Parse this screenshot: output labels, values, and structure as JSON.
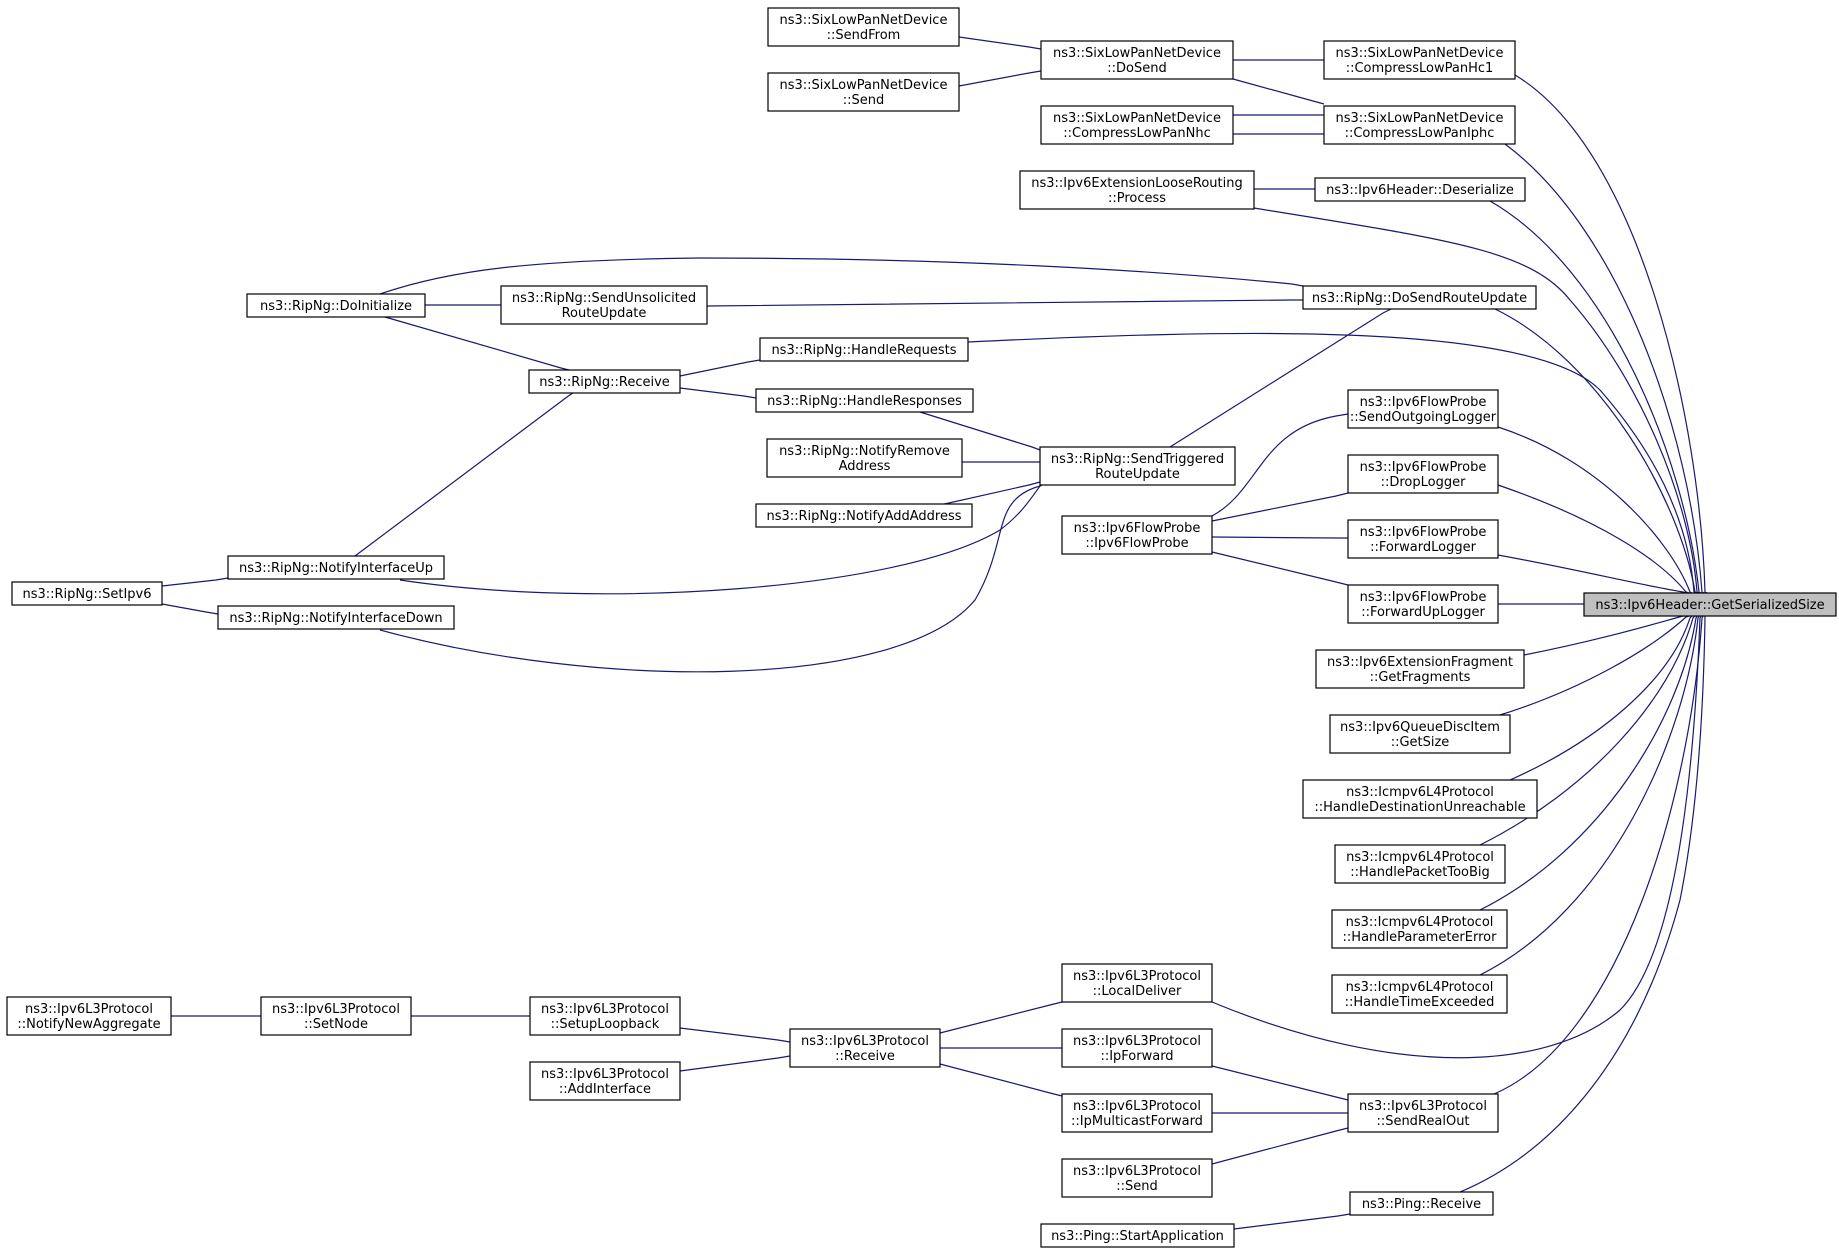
{
  "diagram": {
    "edge_color": "#191970",
    "focus_fill": "#bfbfbf",
    "nodes": [
      {
        "id": "target",
        "lines": [
          "ns3::Ipv6Header::GetSerializedSize"
        ],
        "focus": true
      },
      {
        "id": "sl_sendfrom",
        "lines": [
          "ns3::SixLowPanNetDevice",
          "::SendFrom"
        ]
      },
      {
        "id": "sl_send",
        "lines": [
          "ns3::SixLowPanNetDevice",
          "::Send"
        ]
      },
      {
        "id": "sl_dosend",
        "lines": [
          "ns3::SixLowPanNetDevice",
          "::DoSend"
        ]
      },
      {
        "id": "sl_hc1",
        "lines": [
          "ns3::SixLowPanNetDevice",
          "::CompressLowPanHc1"
        ]
      },
      {
        "id": "sl_nhc",
        "lines": [
          "ns3::SixLowPanNetDevice",
          "::CompressLowPanNhc"
        ]
      },
      {
        "id": "sl_iphc",
        "lines": [
          "ns3::SixLowPanNetDevice",
          "::CompressLowPanIphc"
        ]
      },
      {
        "id": "loose_process",
        "lines": [
          "ns3::Ipv6ExtensionLooseRouting",
          "::Process"
        ]
      },
      {
        "id": "hdr_deser",
        "lines": [
          "ns3::Ipv6Header::Deserialize"
        ]
      },
      {
        "id": "rip_doinit",
        "lines": [
          "ns3::RipNg::DoInitialize"
        ]
      },
      {
        "id": "rip_unsol",
        "lines": [
          "ns3::RipNg::SendUnsolicited",
          "RouteUpdate"
        ]
      },
      {
        "id": "rip_dosend",
        "lines": [
          "ns3::RipNg::DoSendRouteUpdate"
        ]
      },
      {
        "id": "rip_handlereq",
        "lines": [
          "ns3::RipNg::HandleRequests"
        ]
      },
      {
        "id": "rip_receive",
        "lines": [
          "ns3::RipNg::Receive"
        ]
      },
      {
        "id": "rip_handleresp",
        "lines": [
          "ns3::RipNg::HandleResponses"
        ]
      },
      {
        "id": "rip_notifyremove",
        "lines": [
          "ns3::RipNg::NotifyRemove",
          "Address"
        ]
      },
      {
        "id": "rip_notifyadd",
        "lines": [
          "ns3::RipNg::NotifyAddAddress"
        ]
      },
      {
        "id": "rip_triggered",
        "lines": [
          "ns3::RipNg::SendTriggered",
          "RouteUpdate"
        ]
      },
      {
        "id": "rip_ifup",
        "lines": [
          "ns3::RipNg::NotifyInterfaceUp"
        ]
      },
      {
        "id": "rip_ifdown",
        "lines": [
          "ns3::RipNg::NotifyInterfaceDown"
        ]
      },
      {
        "id": "rip_setipv6",
        "lines": [
          "ns3::RipNg::SetIpv6"
        ]
      },
      {
        "id": "fp_ctor",
        "lines": [
          "ns3::Ipv6FlowProbe",
          "::Ipv6FlowProbe"
        ]
      },
      {
        "id": "fp_sendout",
        "lines": [
          "ns3::Ipv6FlowProbe",
          "::SendOutgoingLogger"
        ]
      },
      {
        "id": "fp_drop",
        "lines": [
          "ns3::Ipv6FlowProbe",
          "::DropLogger"
        ]
      },
      {
        "id": "fp_fwd",
        "lines": [
          "ns3::Ipv6FlowProbe",
          "::ForwardLogger"
        ]
      },
      {
        "id": "fp_fwdup",
        "lines": [
          "ns3::Ipv6FlowProbe",
          "::ForwardUpLogger"
        ]
      },
      {
        "id": "frag_get",
        "lines": [
          "ns3::Ipv6ExtensionFragment",
          "::GetFragments"
        ]
      },
      {
        "id": "qdisc_size",
        "lines": [
          "ns3::Ipv6QueueDiscItem",
          "::GetSize"
        ]
      },
      {
        "id": "icmp_dest",
        "lines": [
          "ns3::Icmpv6L4Protocol",
          "::HandleDestinationUnreachable"
        ]
      },
      {
        "id": "icmp_big",
        "lines": [
          "ns3::Icmpv6L4Protocol",
          "::HandlePacketTooBig"
        ]
      },
      {
        "id": "icmp_param",
        "lines": [
          "ns3::Icmpv6L4Protocol",
          "::HandleParameterError"
        ]
      },
      {
        "id": "icmp_time",
        "lines": [
          "ns3::Icmpv6L4Protocol",
          "::HandleTimeExceeded"
        ]
      },
      {
        "id": "l3_notifyagg",
        "lines": [
          "ns3::Ipv6L3Protocol",
          "::NotifyNewAggregate"
        ]
      },
      {
        "id": "l3_setnode",
        "lines": [
          "ns3::Ipv6L3Protocol",
          "::SetNode"
        ]
      },
      {
        "id": "l3_setuploop",
        "lines": [
          "ns3::Ipv6L3Protocol",
          "::SetupLoopback"
        ]
      },
      {
        "id": "l3_addif",
        "lines": [
          "ns3::Ipv6L3Protocol",
          "::AddInterface"
        ]
      },
      {
        "id": "l3_receive",
        "lines": [
          "ns3::Ipv6L3Protocol",
          "::Receive"
        ]
      },
      {
        "id": "l3_localdeliver",
        "lines": [
          "ns3::Ipv6L3Protocol",
          "::LocalDeliver"
        ]
      },
      {
        "id": "l3_ipforward",
        "lines": [
          "ns3::Ipv6L3Protocol",
          "::IpForward"
        ]
      },
      {
        "id": "l3_ipmcast",
        "lines": [
          "ns3::Ipv6L3Protocol",
          "::IpMulticastForward"
        ]
      },
      {
        "id": "l3_send",
        "lines": [
          "ns3::Ipv6L3Protocol",
          "::Send"
        ]
      },
      {
        "id": "l3_sendrealout",
        "lines": [
          "ns3::Ipv6L3Protocol",
          "::SendRealOut"
        ]
      },
      {
        "id": "ping_receive",
        "lines": [
          "ns3::Ping::Receive"
        ]
      },
      {
        "id": "ping_start",
        "lines": [
          "ns3::Ping::StartApplication"
        ]
      }
    ]
  }
}
